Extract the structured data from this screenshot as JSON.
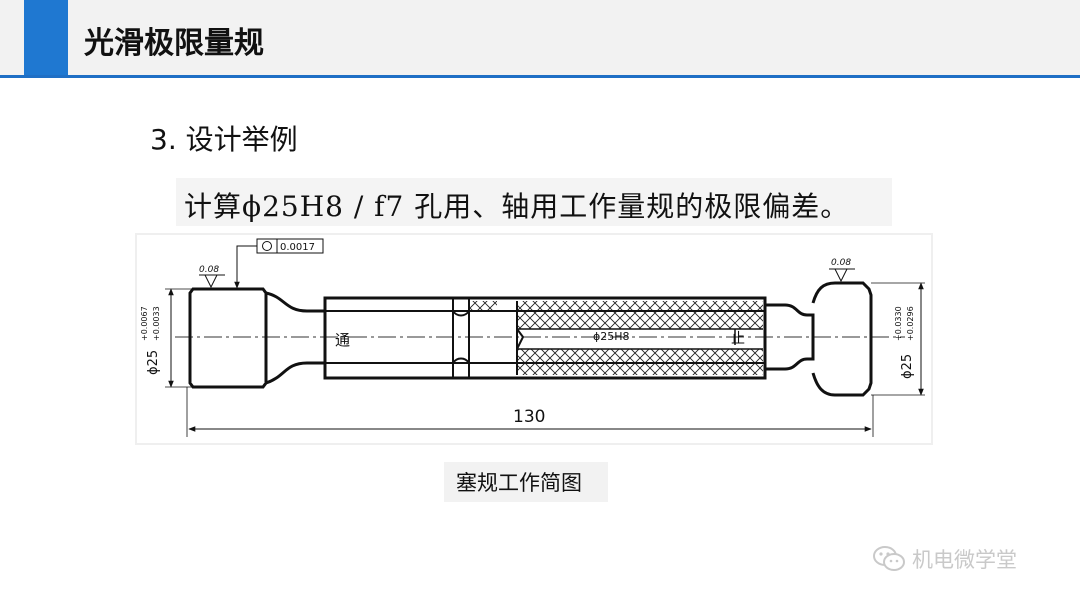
{
  "header": {
    "title": "光滑极限量规"
  },
  "section": {
    "heading": "3.  设计举例"
  },
  "task": {
    "text": "计算ϕ25H8 / f7 孔用、轴用工作量规的极限偏差。"
  },
  "drawing": {
    "flatness_callout": "0.0017",
    "roughness_left": "0.08",
    "roughness_right": "0.08",
    "dim_left_nominal": "ϕ25",
    "dim_left_upper": "+0.0067",
    "dim_left_lower": "+0.0033",
    "dim_right_nominal": "ϕ25",
    "dim_right_upper": "+0.0330",
    "dim_right_lower": "+0.0296",
    "label_go": "通",
    "label_nogo": "止",
    "center_label": "ϕ25H8",
    "overall_length": "130"
  },
  "caption": "塞规工作简图",
  "watermark": "机电微学堂",
  "colors": {
    "accent": "#1f78d1",
    "header_bg": "#f2f2f2",
    "text": "#111111"
  }
}
